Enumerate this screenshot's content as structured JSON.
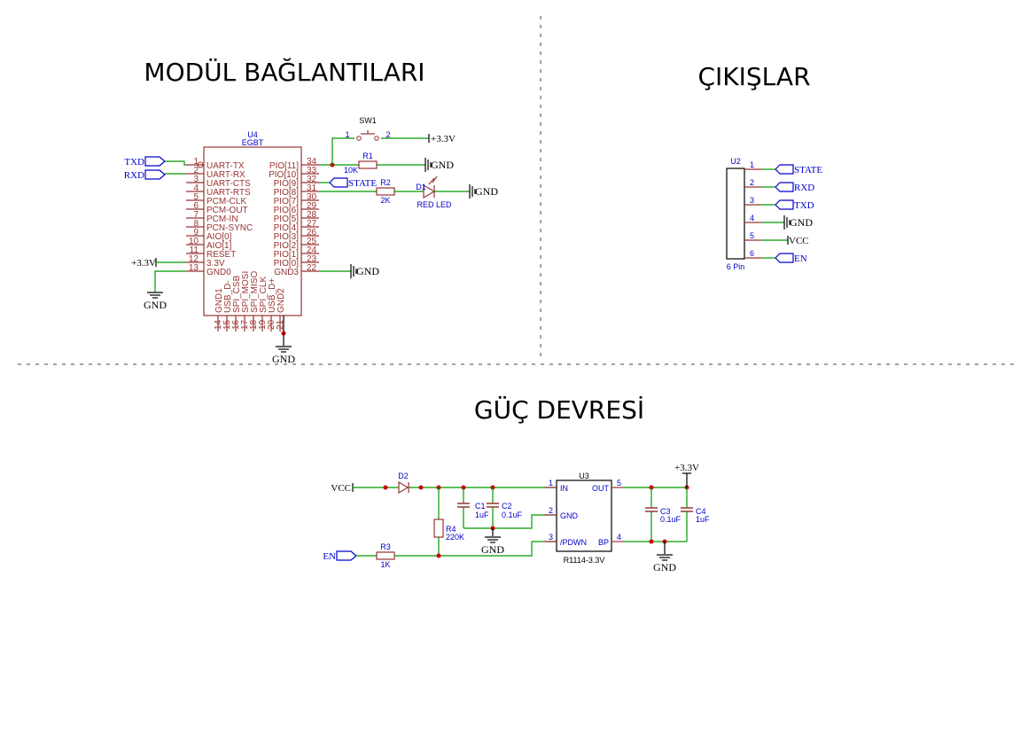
{
  "sections": {
    "module": "MODÜL BAĞLANTILARI",
    "outputs": "ÇIKIŞLAR",
    "power": "GÜÇ DEVRESİ"
  },
  "colors": {
    "component": "#993333",
    "wire": "#009900",
    "label_blue": "#0000cc",
    "junction": "#cc0000",
    "power_text": "#000000"
  },
  "u4": {
    "ref": "U4",
    "value": "EGBT",
    "left_pins": [
      {
        "num": "1",
        "name": "UART-TX"
      },
      {
        "num": "2",
        "name": "UART-RX"
      },
      {
        "num": "3",
        "name": "UART-CTS"
      },
      {
        "num": "4",
        "name": "UART-RTS"
      },
      {
        "num": "5",
        "name": "PCM-CLK"
      },
      {
        "num": "6",
        "name": "PCM-OUT"
      },
      {
        "num": "7",
        "name": "PCM-IN"
      },
      {
        "num": "8",
        "name": "PCN-SYNC"
      },
      {
        "num": "9",
        "name": "AIO[0]"
      },
      {
        "num": "10",
        "name": "AIO[1]"
      },
      {
        "num": "11",
        "name": "RESET"
      },
      {
        "num": "12",
        "name": "3.3V"
      },
      {
        "num": "13",
        "name": "GND0"
      }
    ],
    "right_pins": [
      {
        "num": "34",
        "name": "PIO[11]"
      },
      {
        "num": "33",
        "name": "PIO[10]"
      },
      {
        "num": "32",
        "name": "PIO[9]"
      },
      {
        "num": "31",
        "name": "PIO[8]"
      },
      {
        "num": "30",
        "name": "PIO[7]"
      },
      {
        "num": "29",
        "name": "PIO[6]"
      },
      {
        "num": "28",
        "name": "PIO[5]"
      },
      {
        "num": "27",
        "name": "PIO[4]"
      },
      {
        "num": "26",
        "name": "PIO[3]"
      },
      {
        "num": "25",
        "name": "PIO[2]"
      },
      {
        "num": "24",
        "name": "PIO[1]"
      },
      {
        "num": "23",
        "name": "PIO[0]"
      },
      {
        "num": "22",
        "name": "GND3"
      }
    ],
    "bottom_pins": [
      {
        "num": "14",
        "name": "GND1"
      },
      {
        "num": "15",
        "name": "USB_D-"
      },
      {
        "num": "16",
        "name": "SPI_CSB"
      },
      {
        "num": "17",
        "name": "SPI_MOSI"
      },
      {
        "num": "18",
        "name": "SPI_MISO"
      },
      {
        "num": "19",
        "name": "SPI_CLK"
      },
      {
        "num": "20",
        "name": "USB_D+"
      },
      {
        "num": "21",
        "name": "GND2"
      }
    ]
  },
  "module_nets": {
    "txd": "TXD",
    "rxd": "RXD",
    "state": "STATE",
    "v33": "+3.3V",
    "gnd": "GND",
    "sw1": {
      "ref": "SW1",
      "pin1": "1",
      "pin2": "2"
    },
    "r1": {
      "ref": "R1",
      "value": "10K"
    },
    "r2": {
      "ref": "R2",
      "value": "2K"
    },
    "d1": {
      "ref": "D1",
      "value": "RED LED"
    }
  },
  "u2": {
    "ref": "U2",
    "value": "6 Pin",
    "pins": [
      {
        "num": "1",
        "net": "STATE",
        "type": "flag"
      },
      {
        "num": "2",
        "net": "RXD",
        "type": "flag"
      },
      {
        "num": "3",
        "net": "TXD",
        "type": "flag"
      },
      {
        "num": "4",
        "net": "GND",
        "type": "gnd"
      },
      {
        "num": "5",
        "net": "VCC",
        "type": "bar"
      },
      {
        "num": "6",
        "net": "EN",
        "type": "flag"
      }
    ]
  },
  "power": {
    "vcc": "VCC",
    "en": "EN",
    "v33": "+3.3V",
    "gnd": "GND",
    "d2": {
      "ref": "D2"
    },
    "c1": {
      "ref": "C1",
      "value": "1uF"
    },
    "c2": {
      "ref": "C2",
      "value": "0.1uF"
    },
    "c3": {
      "ref": "C3",
      "value": "0.1uF"
    },
    "c4": {
      "ref": "C4",
      "value": "1uF"
    },
    "r3": {
      "ref": "R3",
      "value": "1K"
    },
    "r4": {
      "ref": "R4",
      "value": "220K"
    },
    "u3": {
      "ref": "U3",
      "value": "R1114-3.3V",
      "pins": {
        "in": {
          "num": "1",
          "name": "IN"
        },
        "gnd": {
          "num": "2",
          "name": "GND"
        },
        "pdwn": {
          "num": "3",
          "name": "/PDWN"
        },
        "bp": {
          "num": "4",
          "name": "BP"
        },
        "out": {
          "num": "5",
          "name": "OUT"
        }
      }
    }
  }
}
